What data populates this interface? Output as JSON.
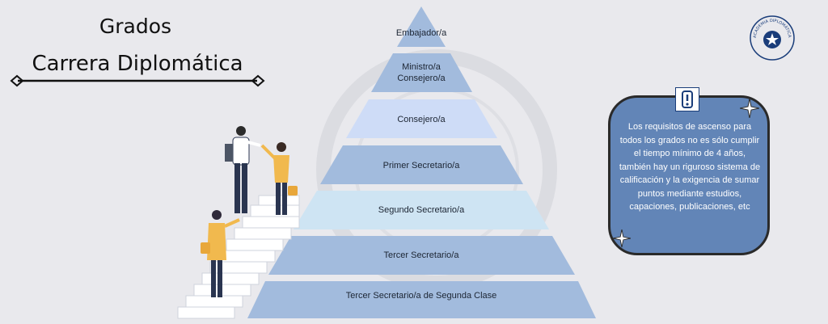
{
  "title": {
    "line1": "Grados",
    "line2": "Carrera Diplomática"
  },
  "pyramid": {
    "levels": [
      "Embajador/a",
      "Ministro/a Consejero/a",
      "Consejero/a",
      "Primer Secretario/a",
      "Segundo Secretario/a",
      "Tercer Secretario/a",
      "Tercer Secretario/a de Segunda Clase"
    ],
    "level2_line1": "Ministro/a",
    "level2_line2": "Consejero/a",
    "colors": [
      "#a2bbdd",
      "#a2bbdd",
      "#cedcf7",
      "#a2bbdd",
      "#cee4f3",
      "#a2bbdd",
      "#a2bbdd"
    ]
  },
  "note": {
    "text": "Los requisitos de ascenso para todos los grados no es sólo cumplir el tiempo mínimo de 4 años, también hay un riguroso sistema de calificación y la exigencia de sumar puntos mediante estudios, capaciones, publicaciones, etc",
    "icon": "exclamation-icon",
    "box_color": "#6285b7"
  },
  "logo": {
    "text": "ACADEMIA DIPLOMÁTICA",
    "icon": "star-seal-icon"
  },
  "accent_color": "#1a3d7a"
}
